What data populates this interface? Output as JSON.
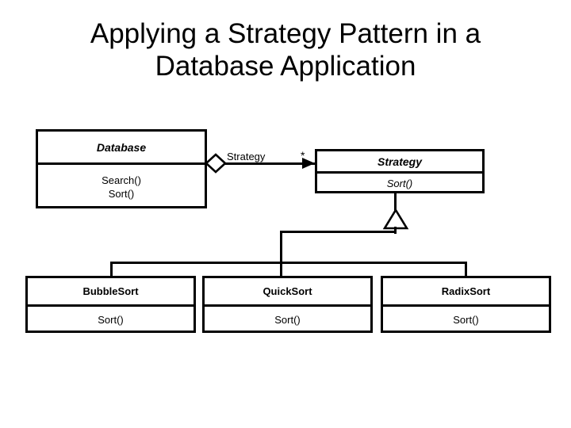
{
  "slide": {
    "title": "Applying a Strategy Pattern in a\nDatabase Application"
  },
  "diagram": {
    "type": "uml-class-diagram",
    "classes": {
      "database": {
        "name": "Database",
        "operations": [
          "Search()",
          "Sort()"
        ]
      },
      "strategy": {
        "name": "Strategy",
        "operations": [
          "Sort()"
        ]
      },
      "bubblesort": {
        "name": "BubbleSort",
        "operations": [
          "Sort()"
        ]
      },
      "quicksort": {
        "name": "QuickSort",
        "operations": [
          "Sort()"
        ]
      },
      "radixsort": {
        "name": "RadixSort",
        "operations": [
          "Sort()"
        ]
      }
    },
    "association": {
      "label": "Strategy",
      "multiplicity": "*",
      "source_decoration": "hollow-diamond",
      "target_decoration": "solid-arrow"
    },
    "generalization": {
      "decoration": "hollow-triangle",
      "parent": "Strategy",
      "children": [
        "BubbleSort",
        "QuickSort",
        "RadixSort"
      ]
    },
    "colors": {
      "line": "#000000",
      "fill": "#ffffff",
      "text": "#000000"
    }
  }
}
